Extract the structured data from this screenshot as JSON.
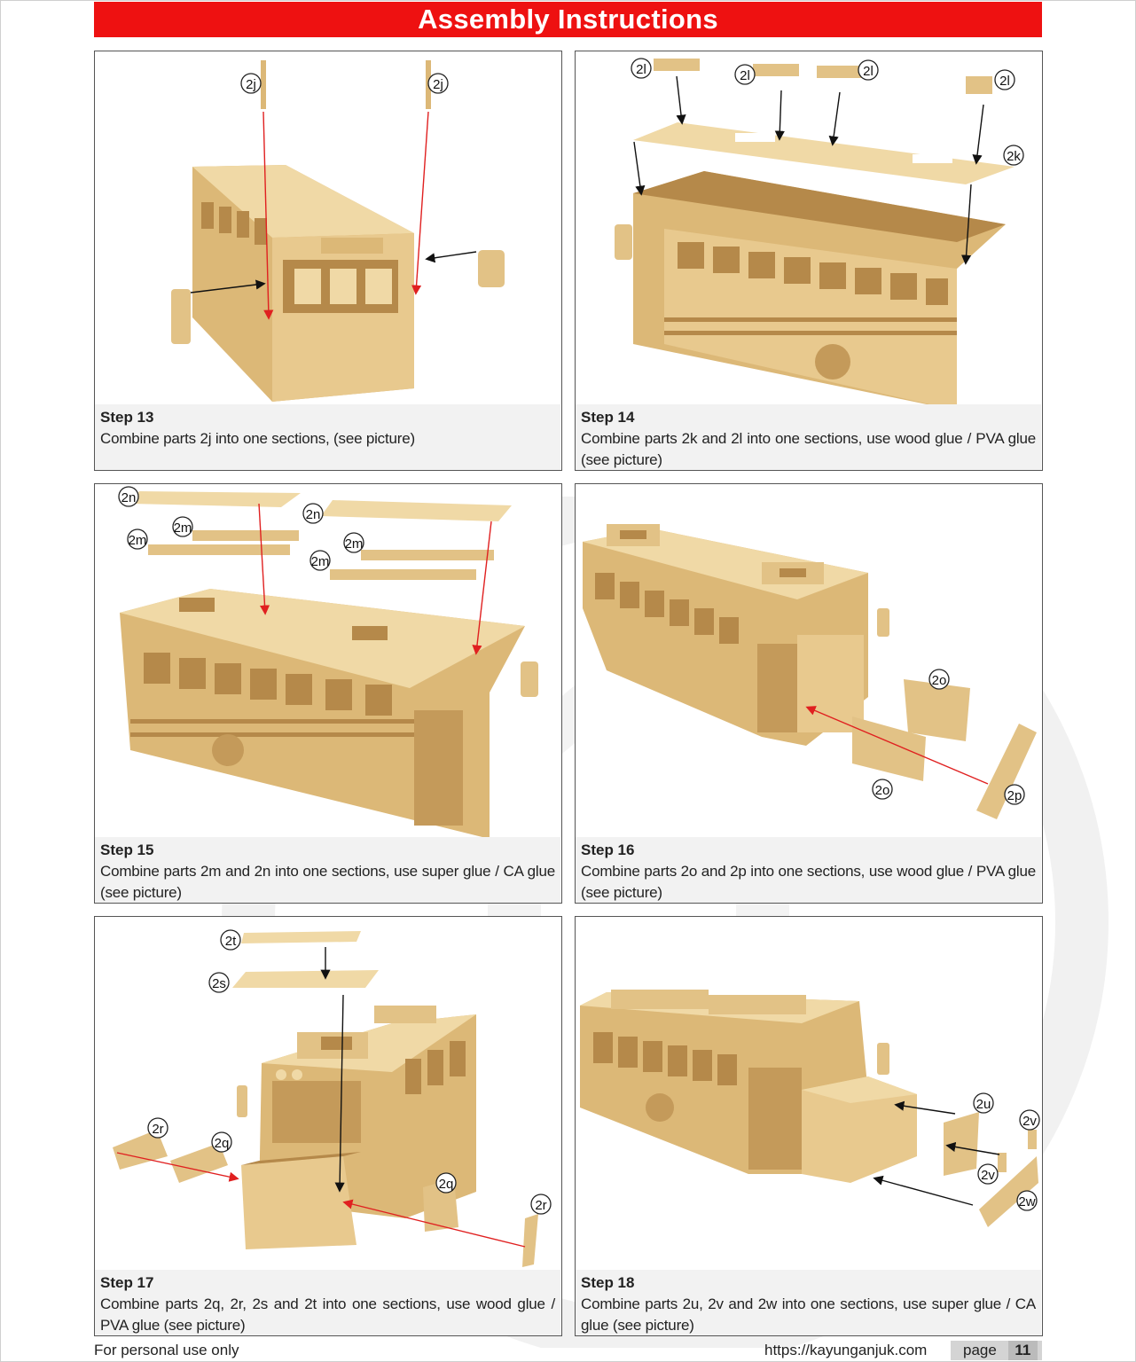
{
  "header": {
    "title": "Assembly Instructions"
  },
  "steps": [
    {
      "title": "Step 13",
      "text": "Combine parts 2j into one sections, (see picture)",
      "labels": [
        "2j",
        "2j"
      ]
    },
    {
      "title": "Step 14",
      "text": "Combine parts 2k and 2l into one sections, use wood glue / PVA glue (see picture)",
      "labels": [
        "2l",
        "2l",
        "2l",
        "2l",
        "2k"
      ]
    },
    {
      "title": "Step 15",
      "text": "Combine parts 2m and 2n into one sections, use super glue / CA glue (see picture)",
      "labels": [
        "2n",
        "2m",
        "2m",
        "2n",
        "2m",
        "2m"
      ]
    },
    {
      "title": "Step 16",
      "text": "Combine parts 2o and 2p into one sections, use wood glue / PVA glue (see picture)",
      "labels": [
        "2o",
        "2o",
        "2p"
      ]
    },
    {
      "title": "Step 17",
      "text": "Combine parts 2q, 2r, 2s and 2t into one sections, use wood glue / PVA glue (see picture)",
      "labels": [
        "2t",
        "2s",
        "2r",
        "2q",
        "2q",
        "2r"
      ]
    },
    {
      "title": "Step 18",
      "text": "Combine parts 2u, 2v and 2w into one sections, use super glue / CA glue (see picture)",
      "labels": [
        "2u",
        "2v",
        "2v",
        "2w"
      ]
    }
  ],
  "footer": {
    "left": "For personal use only",
    "url": "https://kayunganjuk.com",
    "page_label": "page",
    "page_number": "11"
  },
  "colors": {
    "header_bg": "#ee1111",
    "wood_light": "#f0d9a6",
    "wood_mid": "#dcb877",
    "wood_dark": "#b5894a",
    "arrow_red": "#e02020",
    "arrow_black": "#111111"
  }
}
